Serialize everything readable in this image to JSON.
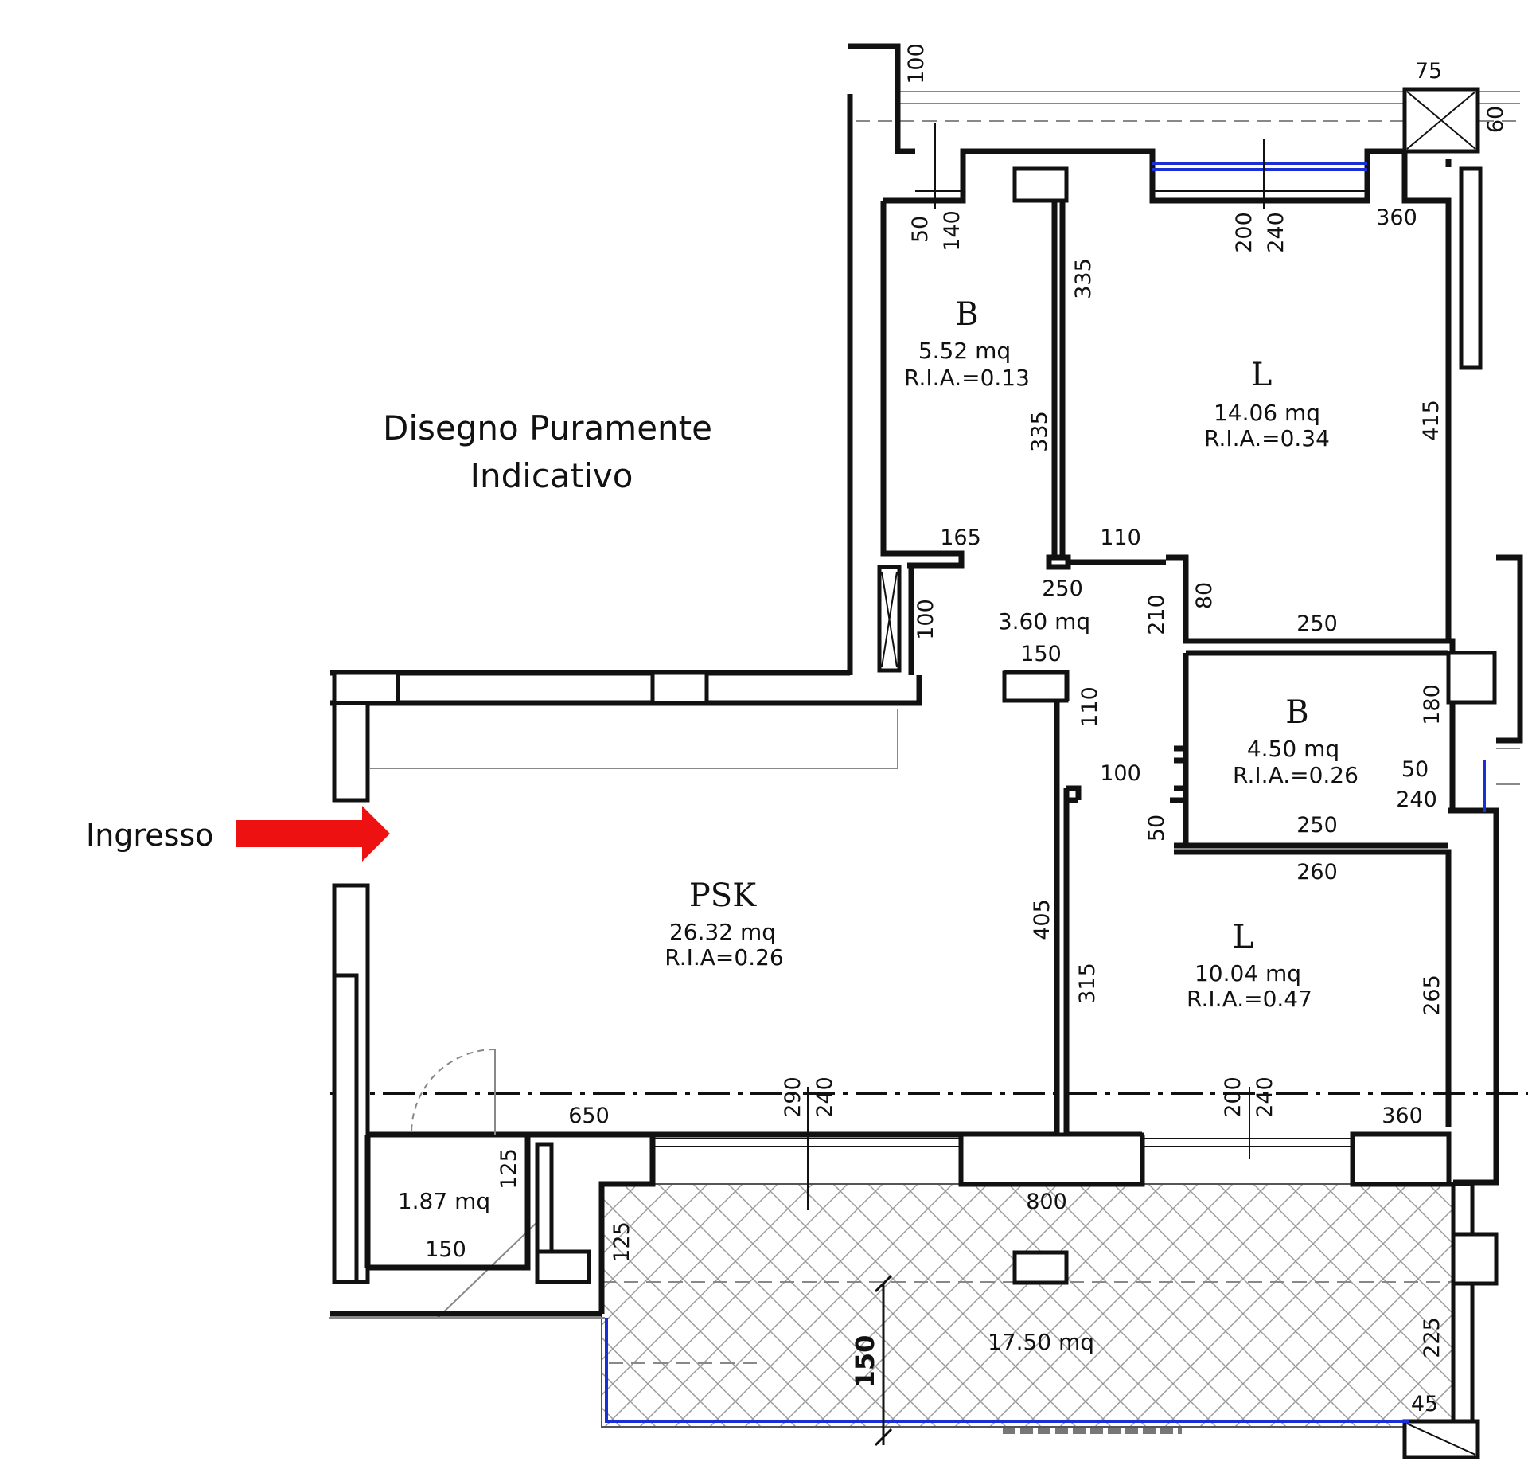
{
  "title": {
    "line1": "Disegno Puramente",
    "line2": "Indicativo"
  },
  "entrance": {
    "label": "Ingresso",
    "arrow_color": "#ee1111"
  },
  "colors": {
    "wall": "#111111",
    "window_blue": "#1a2fd6",
    "arrow": "#ee1111",
    "hatch": "#9a9a9a"
  },
  "rooms": {
    "bath1": {
      "code": "B",
      "area": "5.52  mq",
      "ria": "R.I.A.=0.13"
    },
    "bed1": {
      "code": "L",
      "area": "14.06  mq",
      "ria": "R.I.A.=0.34"
    },
    "hall": {
      "area": "3.60  mq"
    },
    "bath2": {
      "code": "B",
      "area": "4.50  mq",
      "ria": "R.I.A.=0.26"
    },
    "living": {
      "code": "PSK",
      "area": "26.32  mq",
      "ria": "R.I.A=0.26"
    },
    "bed2": {
      "code": "L",
      "area": "10.04  mq",
      "ria": "R.I.A.=0.47"
    },
    "closet": {
      "area": "1.87  mq"
    },
    "balcony": {
      "area": "17.50  mq"
    }
  },
  "dimensions": {
    "d100_top": "100",
    "d75": "75",
    "d60": "60",
    "d50_bath1": "50",
    "d140_bath1": "140",
    "d335_a": "335",
    "d335_b": "335",
    "d200_top": "200",
    "d240_top": "240",
    "d360_top": "360",
    "d415": "415",
    "d165": "165",
    "d110_a": "110",
    "d250_hall": "250",
    "d100_hall": "100",
    "d210": "210",
    "d80": "80",
    "d250_bed1": "250",
    "d150_hall": "150",
    "d110_b": "110",
    "d180": "180",
    "d100_bot": "100",
    "d50_bath2": "50",
    "d240_bath2": "240",
    "d250_bath2": "250",
    "d50_c": "50",
    "d260": "260",
    "d405": "405",
    "d315": "315",
    "d265": "265",
    "d290": "290",
    "d240_mid": "240",
    "d200_mid": "200",
    "d240_mid2": "240",
    "d650": "650",
    "d360_bot": "360",
    "d125_a": "125",
    "d125_b": "125",
    "d800": "800",
    "d150_closet": "150",
    "d150_balc": "150",
    "d225": "225",
    "d45": "45"
  }
}
